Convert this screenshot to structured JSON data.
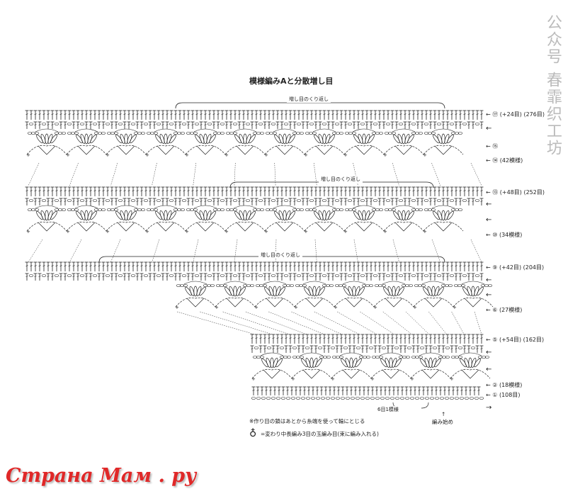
{
  "title": "模様編みAと分散増し目",
  "repeat_labels": [
    "増し目のくり返し",
    "増し目のくり返し",
    "増し目のくり返し"
  ],
  "row_labels": [
    {
      "label": "⑰ (+24目) (276目)"
    },
    {
      "label": "⑮"
    },
    {
      "label": "⑭ (42模様)"
    },
    {
      "label": "⑬ (+48目) (252目)"
    },
    {
      "label": "⑩ (34模様)"
    },
    {
      "label": "⑨ (+42目) (204目)"
    },
    {
      "label": "⑥ (27模様)"
    },
    {
      "label": "⑤ (+54目) (162目)"
    },
    {
      "label": "② (18模様)"
    },
    {
      "label": "① (108目)"
    }
  ],
  "pattern_repeat": "6目1模様",
  "start_label": "編み始め",
  "note_chain": "※作り目の鎖はあとから糸端を使って輪にとじる",
  "note_symbol": "=変わり中長編み3目の玉編み目(束に編み入れる)",
  "logo": "Страна Мам . ру",
  "watermark": "公众号 春霏织工坊"
}
